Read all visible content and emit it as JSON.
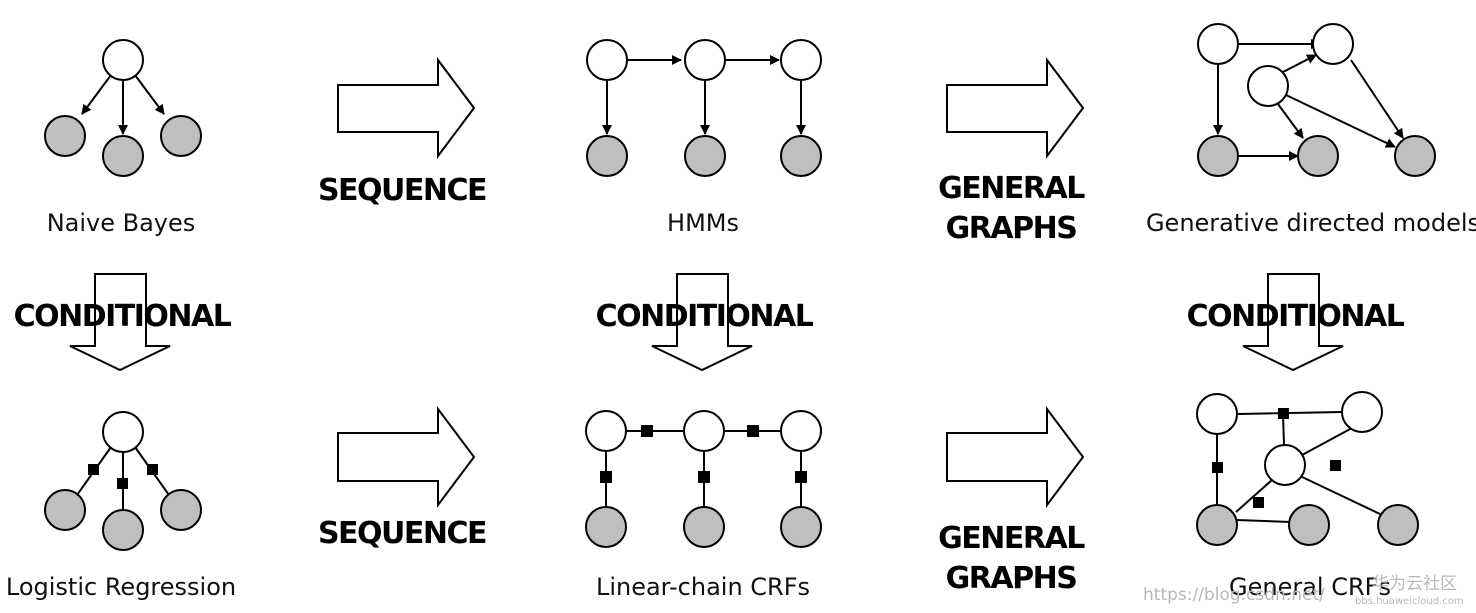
{
  "labels": {
    "naive_bayes": "Naive Bayes",
    "hmms": "HMMs",
    "generative_directed": "Generative directed models",
    "logistic_regression": "Logistic Regression",
    "linear_chain_crfs": "Linear-chain CRFs",
    "general_crfs": "General CRFs"
  },
  "arrows": {
    "sequence": "SEQUENCE",
    "general": "GENERAL",
    "graphs": "GRAPHS",
    "conditional": "CONDITIONAL"
  },
  "watermark": {
    "url": "https://blog.csdn.net/",
    "site": "华为云社区",
    "domain": "bbs.huaweicloud.com"
  },
  "colors": {
    "observed_node": "#bfbfbf",
    "hidden_node": "#ffffff",
    "stroke": "#000000"
  }
}
